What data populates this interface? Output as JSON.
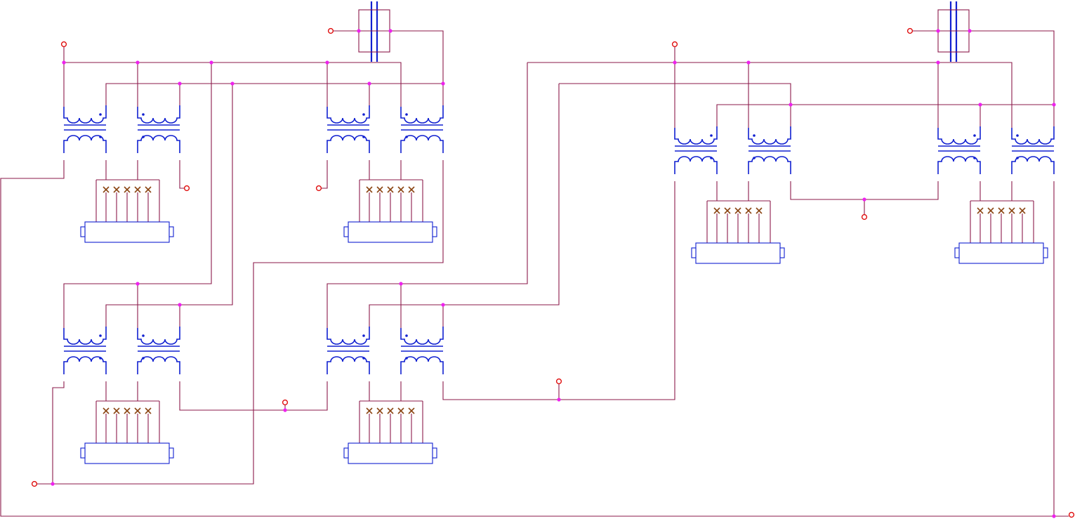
{
  "colors": {
    "wire": "#8b1a4a",
    "coil": "#1020d0",
    "terminal": "#e01010",
    "junction": "#ee22ee",
    "xmark": "#8b4513",
    "lamp": "#1020d0",
    "background": "#ffffff"
  },
  "symbols": {
    "transformer": "transformer-symbol",
    "lamp_bank": "lamp-bank-symbol",
    "capacitor": "capacitor-symbol",
    "terminal": "open-circle-terminal",
    "junction": "junction-dot"
  }
}
